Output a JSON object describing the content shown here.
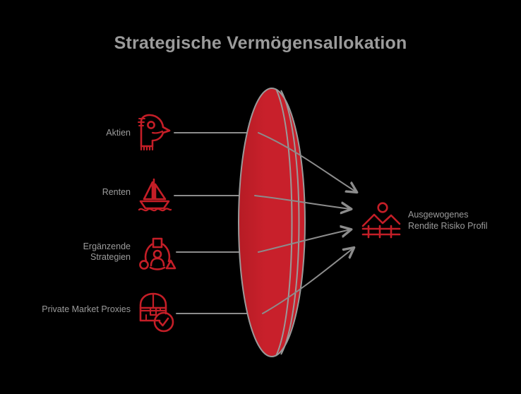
{
  "title": "Strategische Vermögensallokation",
  "colors": {
    "background": "#000000",
    "accent_red": "#C41E27",
    "line_gray": "#8c8c8c",
    "text_gray": "#9b9b9b",
    "ellipse_edge": "#9a9a9a"
  },
  "sources": [
    {
      "label": "Aktien",
      "label_line2": "",
      "icon": "eagle-head-icon"
    },
    {
      "label": "Renten",
      "label_line2": "",
      "icon": "sailboat-icon"
    },
    {
      "label": "Ergänzende",
      "label_line2": "Strategien",
      "icon": "network-strategies-icon"
    },
    {
      "label": "Private Market Proxies",
      "label_line2": "",
      "icon": "treasure-chest-check-icon"
    }
  ],
  "center": {
    "name": "allocation-lens",
    "shape": "ellipse"
  },
  "outcome": {
    "label": "Ausgewogenes",
    "label_line2": "Rendite Risiko Profil",
    "icon": "balance-profile-icon"
  }
}
